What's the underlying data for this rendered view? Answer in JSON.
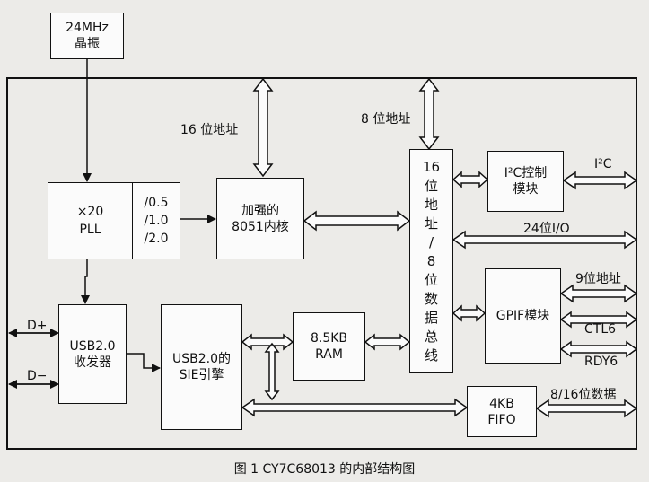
{
  "crystal": {
    "freq": "24MHz",
    "name": "晶振"
  },
  "pll": {
    "mult": "×20",
    "name": "PLL",
    "divs": [
      "/0.5",
      "/1.0",
      "/2.0"
    ]
  },
  "core": {
    "line1": "加强的",
    "line2": "8051内核"
  },
  "bus": {
    "chars": [
      "16",
      "位",
      "地",
      "址",
      "/",
      "8",
      "位",
      "数",
      "据",
      "总",
      "线"
    ]
  },
  "i2c": {
    "line1": "I²C控制",
    "line2": "模块"
  },
  "gpif": {
    "name": "GPIF模块"
  },
  "usb": {
    "line1": "USB2.0",
    "line2": "收发器"
  },
  "sie": {
    "line1": "USB2.0的",
    "line2": "SIE引擎"
  },
  "ram": {
    "line1": "8.5KB",
    "line2": "RAM"
  },
  "fifo": {
    "line1": "4KB",
    "line2": "FIFO"
  },
  "labels": {
    "addr16": "16 位地址",
    "addr8": "8 位地址",
    "i2c_io": "I²C",
    "io24": "24位I/O",
    "addr9": "9位地址",
    "ctl6": "CTL6",
    "rdy6": "RDY6",
    "data816": "8/16位数据",
    "dplus": "D+",
    "dminus": "D−"
  },
  "caption": "图 1  CY7C68013 的内部结构图"
}
